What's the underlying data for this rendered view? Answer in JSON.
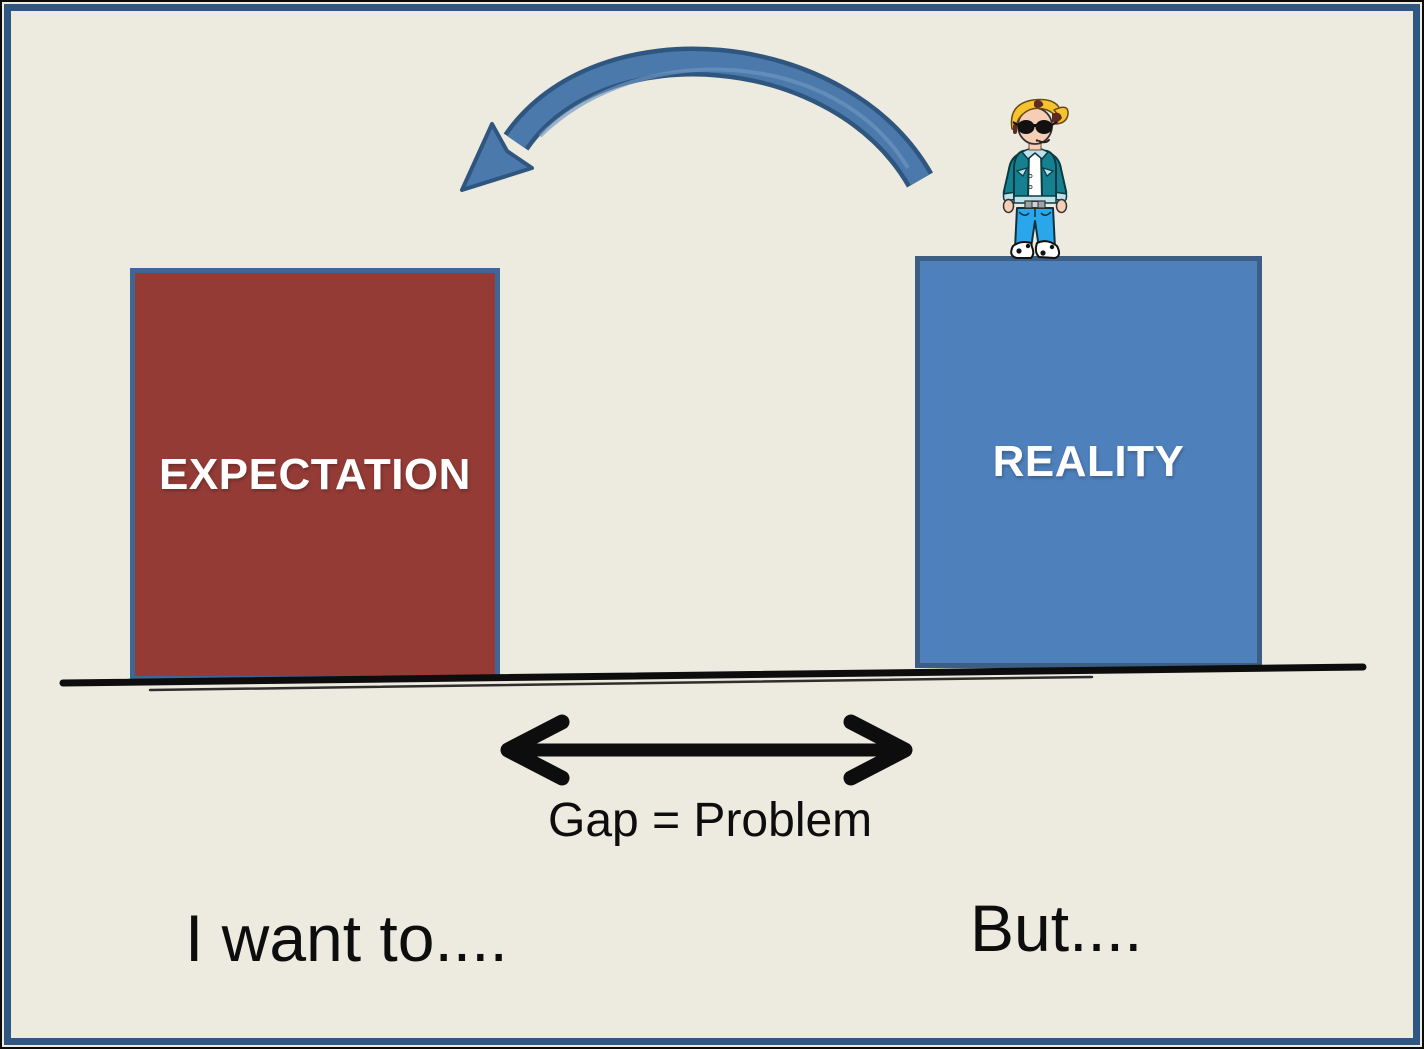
{
  "colors": {
    "background": "#EDEADF",
    "frame_blue": "#2F5781",
    "frame_edge": "#0B0B0B",
    "expectation_fill": "#943B36",
    "expectation_border": "#3E6796",
    "reality_fill": "#4E80BC",
    "reality_border": "#3C5E82",
    "box_text": "#FFFFFF",
    "curved_arrow_fill": "#4B79AB",
    "curved_arrow_border": "#2F567E",
    "ink": "#0D0D0D",
    "skin": "#F6CEB6",
    "hair_yellow": "#F4C330",
    "hair_dark": "#5E2A22",
    "jacket_teal": "#15808F",
    "jacket_trim": "#BCE2EC",
    "shirt_white": "#FFFFFF",
    "jeans_blue": "#2AA7EB",
    "belt_gray": "#9AA4AA"
  },
  "boxes": {
    "expectation": {
      "label": "EXPECTATION"
    },
    "reality": {
      "label": "REALITY"
    }
  },
  "labels": {
    "gap": "Gap = Problem",
    "expectation_caption": "I want to....",
    "reality_caption": "But...."
  }
}
